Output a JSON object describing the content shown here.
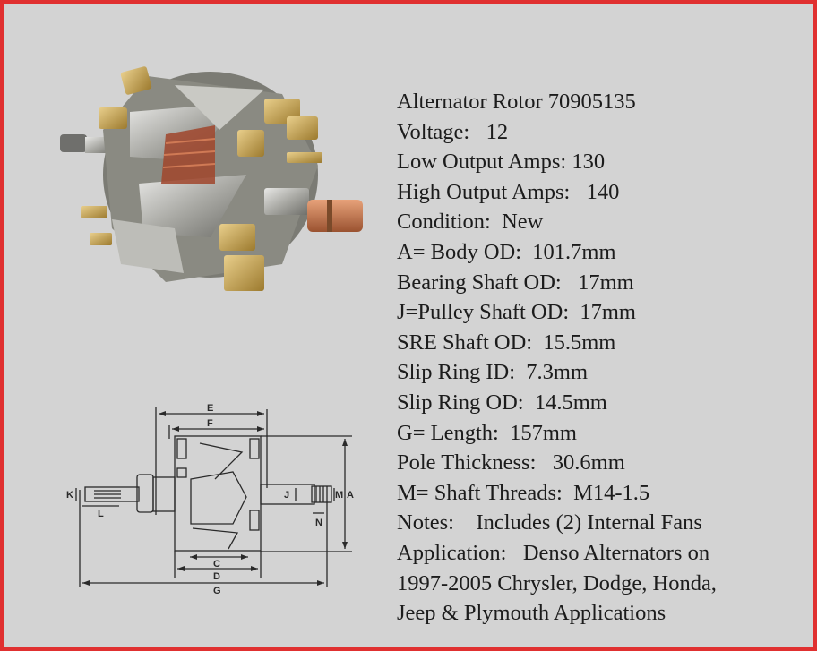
{
  "colors": {
    "border": "#e03030",
    "background": "#d3d3d3",
    "text": "#1c1c1c"
  },
  "product_photo": {
    "alt": "alternator-rotor-photo"
  },
  "diagram": {
    "labels": {
      "E": "E",
      "F": "F",
      "A": "A",
      "J": "J",
      "M": "M",
      "N": "N",
      "K": "K",
      "L": "L",
      "C": "C",
      "D": "D",
      "G": "G"
    }
  },
  "specs": {
    "title": "Alternator Rotor 70905135",
    "lines": [
      "Voltage:   12",
      "Low Output Amps: 130",
      "High Output Amps:   140",
      "Condition:  New",
      "A= Body OD:  101.7mm",
      "Bearing Shaft OD:   17mm",
      "J=Pulley Shaft OD:  17mm",
      "SRE Shaft OD:  15.5mm",
      "Slip Ring ID:  7.3mm",
      "Slip Ring OD:  14.5mm",
      "G= Length:  157mm",
      "Pole Thickness:   30.6mm",
      "M= Shaft Threads:  M14-1.5",
      "Notes:    Includes (2) Internal Fans",
      "Application:   Denso Alternators on",
      "1997-2005 Chrysler, Dodge, Honda,",
      "Jeep & Plymouth Applications"
    ]
  }
}
